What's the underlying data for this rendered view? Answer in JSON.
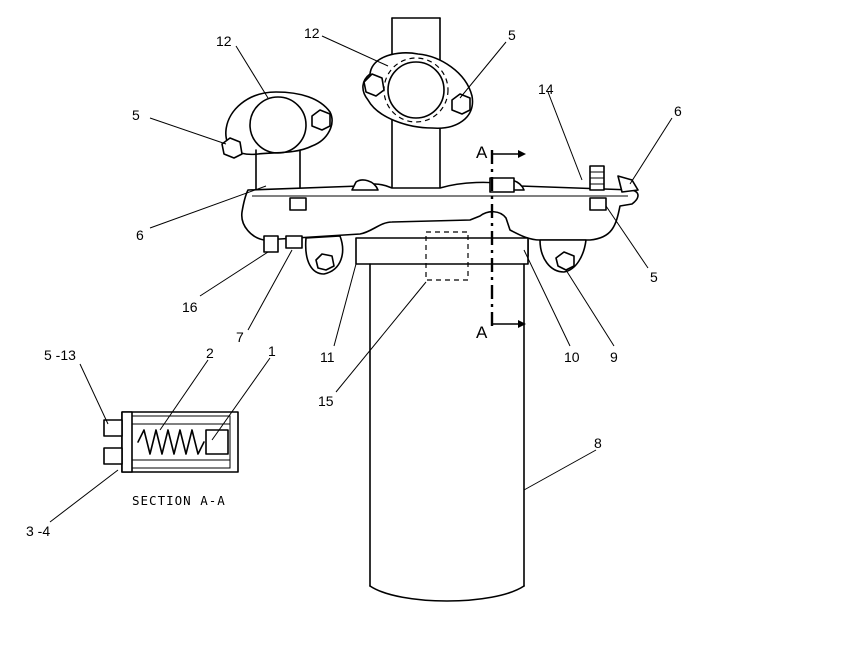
{
  "callouts": [
    {
      "id": "c12a",
      "text": "12"
    },
    {
      "id": "c12b",
      "text": "12"
    },
    {
      "id": "c5a",
      "text": "5"
    },
    {
      "id": "c5b",
      "text": "5"
    },
    {
      "id": "c5c",
      "text": "5"
    },
    {
      "id": "c14",
      "text": "14"
    },
    {
      "id": "c6a",
      "text": "6"
    },
    {
      "id": "c6b",
      "text": "6"
    },
    {
      "id": "c16",
      "text": "16"
    },
    {
      "id": "c7",
      "text": "7"
    },
    {
      "id": "c11",
      "text": "11"
    },
    {
      "id": "c15",
      "text": "15"
    },
    {
      "id": "c10",
      "text": "10"
    },
    {
      "id": "c9",
      "text": "9"
    },
    {
      "id": "c8",
      "text": "8"
    },
    {
      "id": "c513",
      "text": "5 -13"
    },
    {
      "id": "c2",
      "text": "2"
    },
    {
      "id": "c1",
      "text": "1"
    },
    {
      "id": "c34",
      "text": "3 -4"
    }
  ],
  "section_marker": {
    "top": "A",
    "bottom": "A"
  },
  "section_caption": "SECTION  A-A"
}
